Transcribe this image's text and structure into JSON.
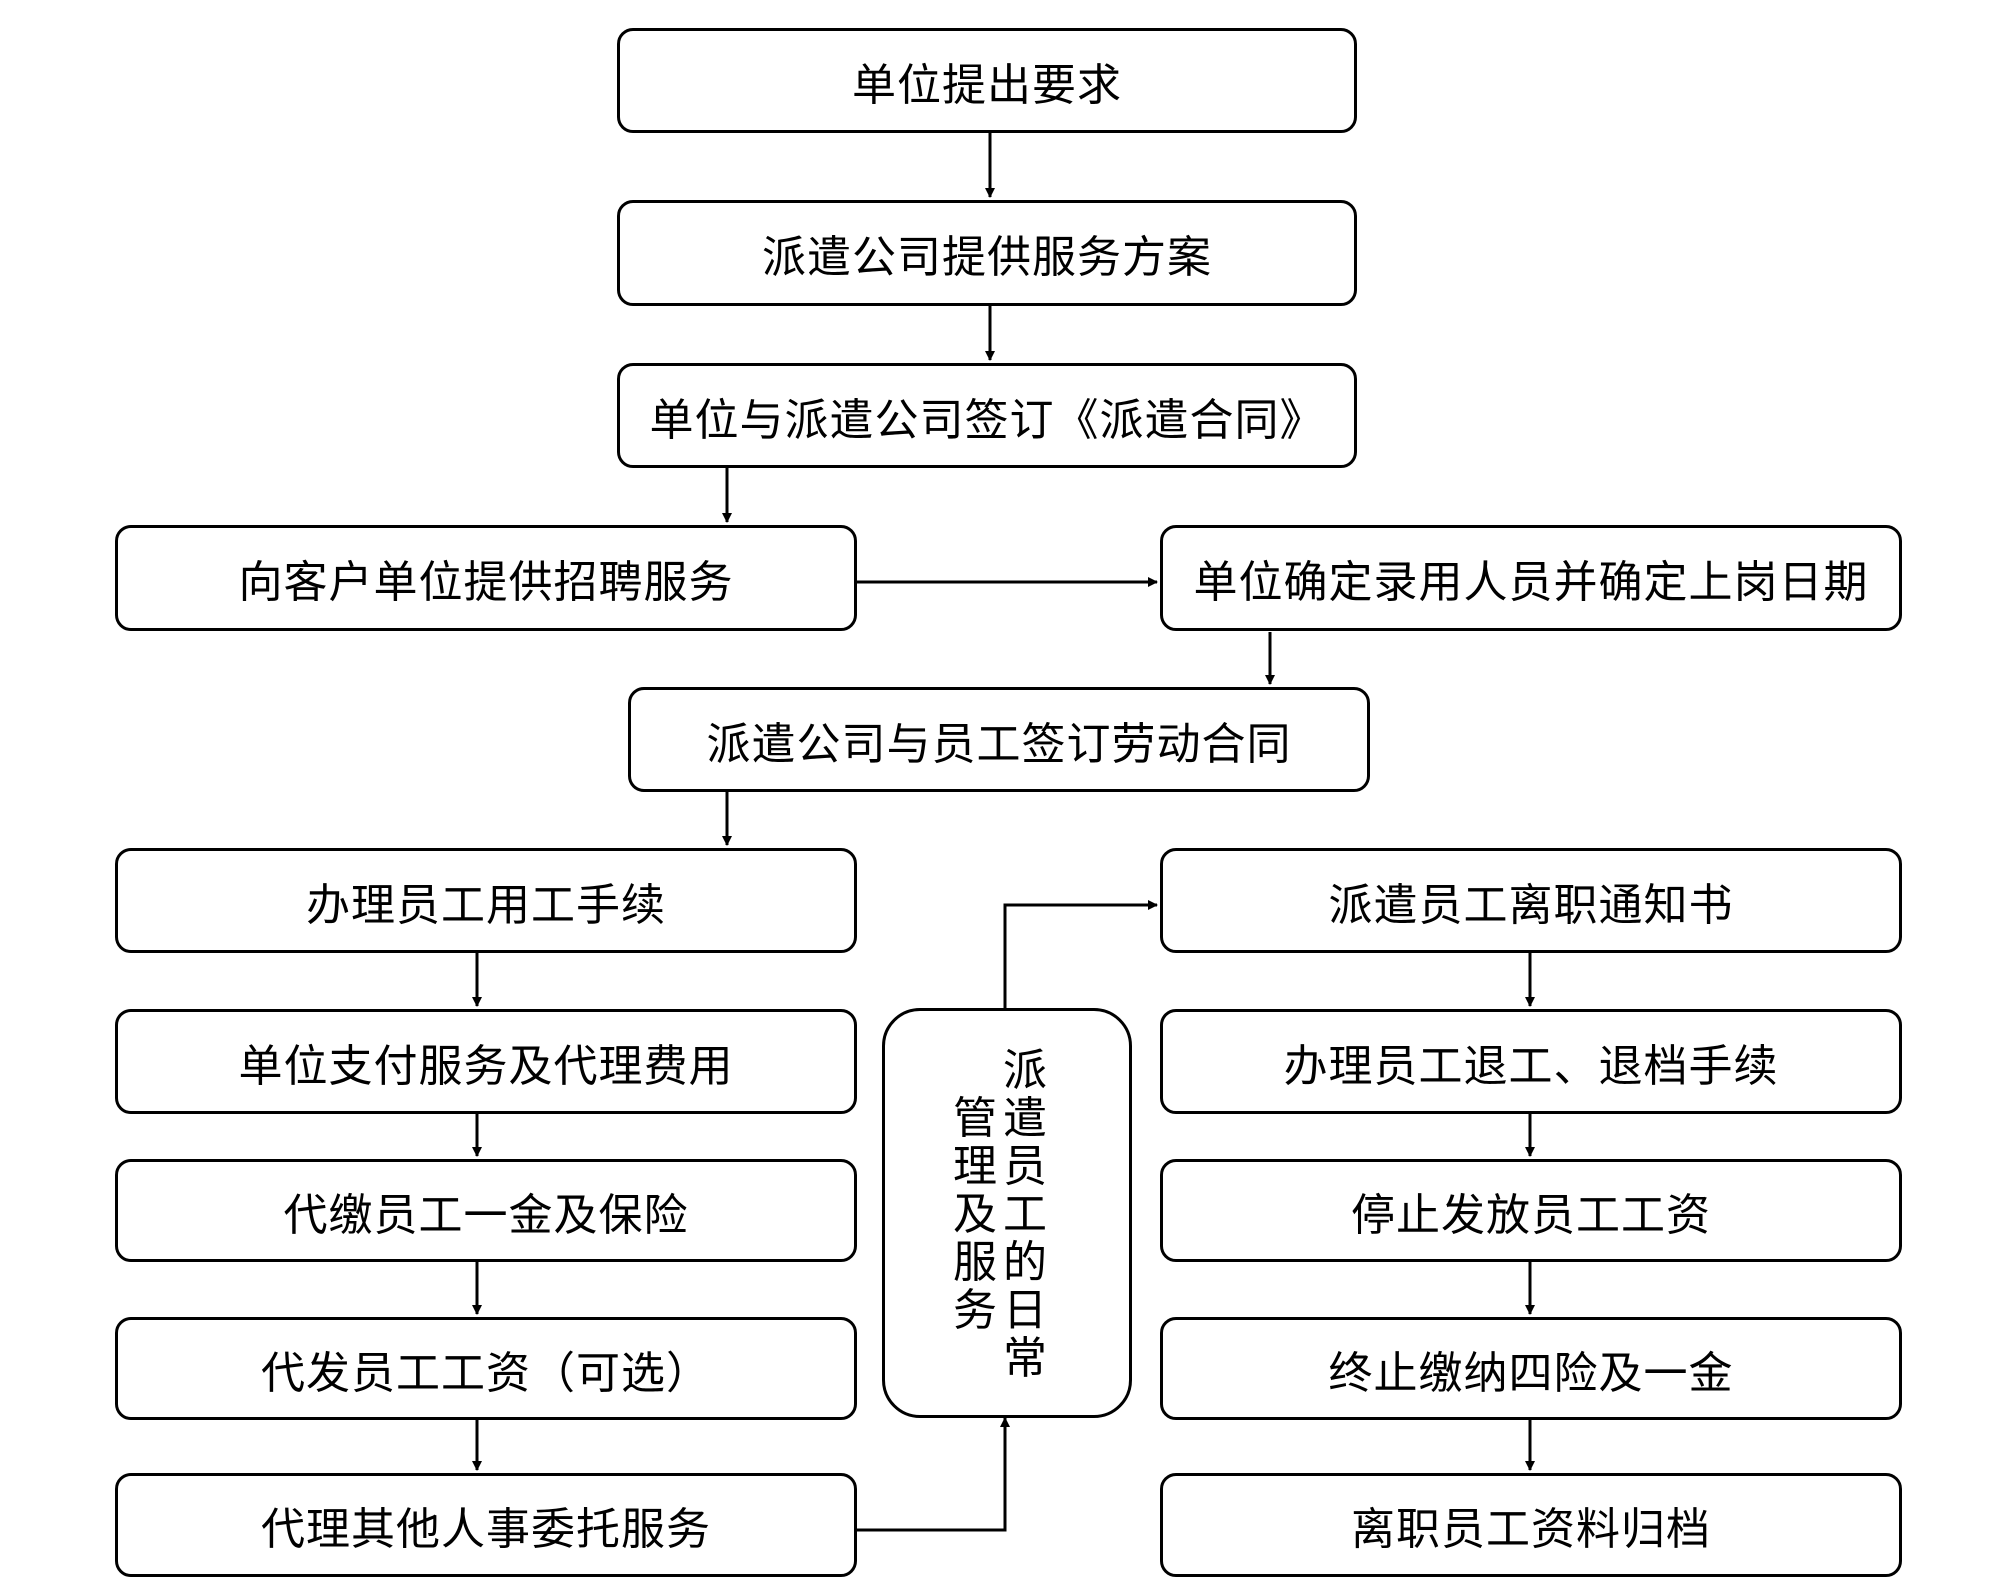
{
  "steps": {
    "s1": "单位提出要求",
    "s2": "派遣公司提供服务方案",
    "s3": "单位与派遣公司签订《派遣合同》",
    "s4": "向客户单位提供招聘服务",
    "s5": "单位确定录用人员并确定上岗日期",
    "s6": "派遣公司与员工签订劳动合同",
    "l1": "办理员工用工手续",
    "l2": "单位支付服务及代理费用",
    "l3": "代缴员工一金及保险",
    "l4": "代发员工工资（可选）",
    "l5": "代理其他人事委托服务",
    "r1": "派遣员工离职通知书",
    "r2": "办理员工退工、退档手续",
    "r3": "停止发放员工工资",
    "r4": "终止缴纳四险及一金",
    "r5": "离职员工资料归档"
  },
  "middle": {
    "col_right": [
      "派",
      "遣",
      "员",
      "工",
      "的",
      "日",
      "常"
    ],
    "col_left": [
      "管",
      "理",
      "及",
      "服",
      "务"
    ]
  }
}
